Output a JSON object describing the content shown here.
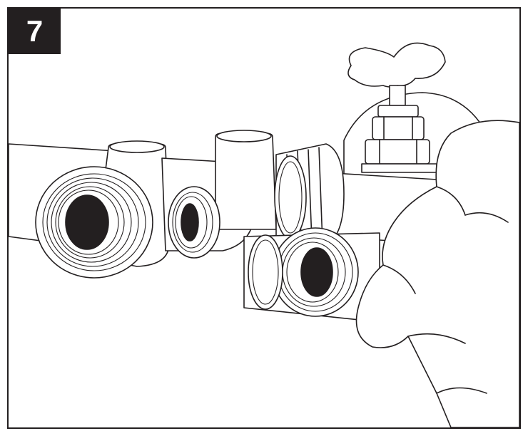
{
  "step": {
    "number": "7"
  },
  "colors": {
    "line": "#231f20",
    "badge_bg": "#231f20",
    "badge_text": "#ffffff",
    "background": "#ffffff"
  },
  "illustration": {
    "subject": "hand-connecting-threaded-pipe-fitting",
    "parts": [
      "pipe",
      "tee-fitting",
      "coupling-nut",
      "spigot-valve",
      "threaded-adapter",
      "hand"
    ]
  }
}
